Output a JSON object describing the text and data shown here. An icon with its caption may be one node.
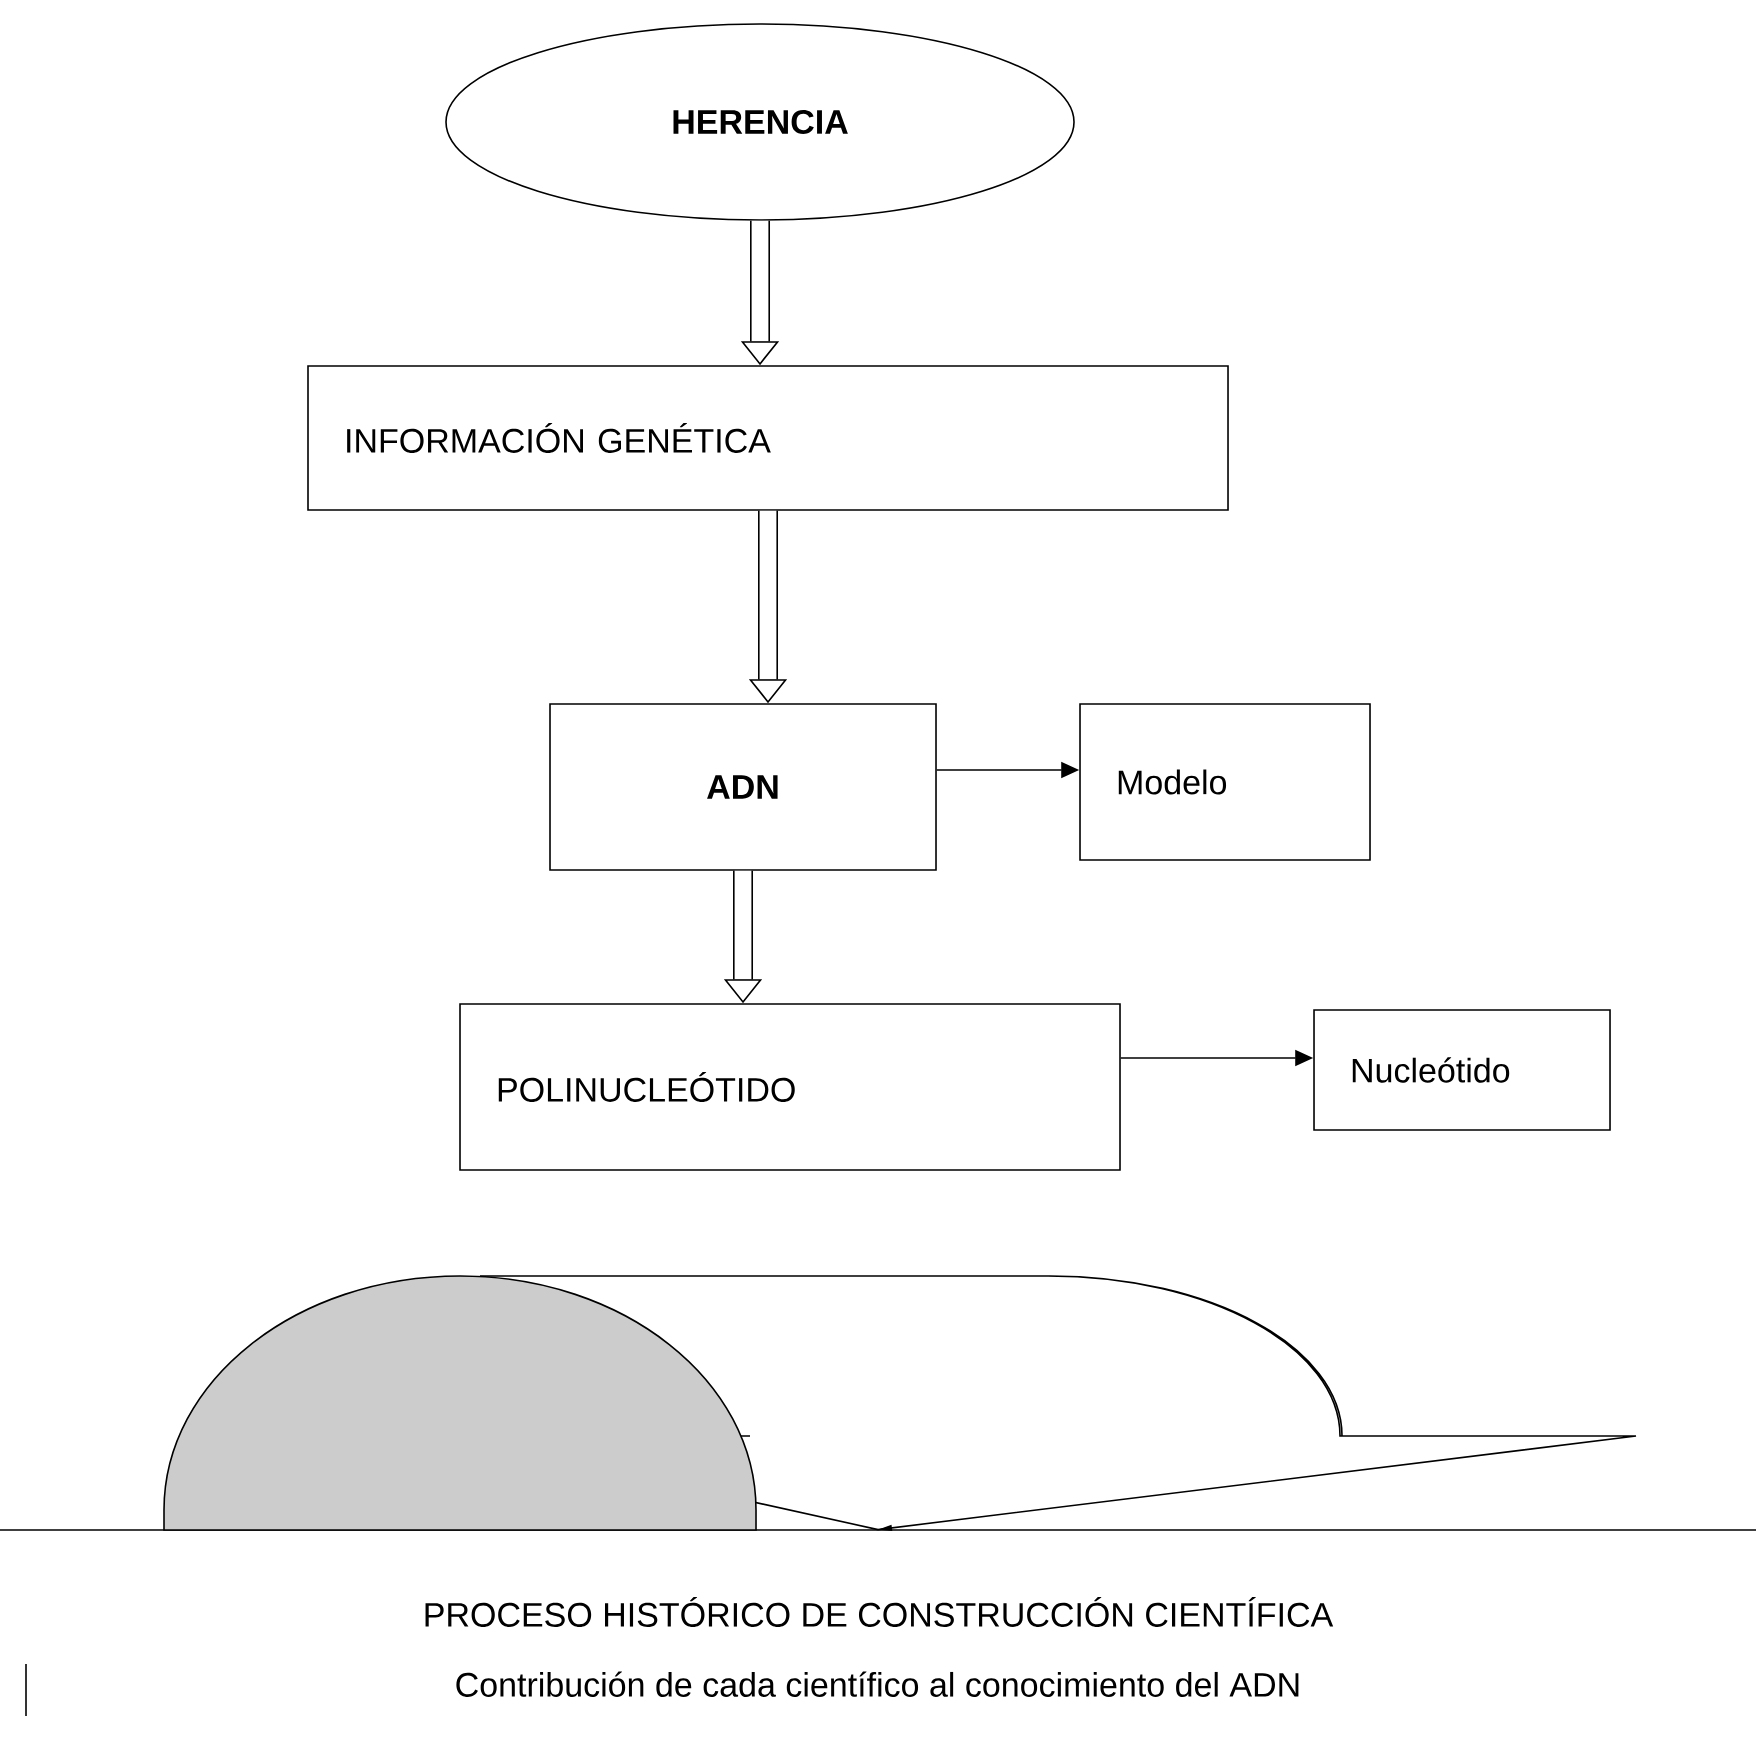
{
  "diagram": {
    "nodes": [
      {
        "text": [
          "**HERENCIA**"
        ]
      },
      {
        "text": [
          "INFORMACIÓN GENÉTICA"
        ]
      },
      {
        "text": [
          "**ADN**"
        ]
      },
      {
        "text": [
          "Modelo"
        ]
      },
      {
        "text": [
          "POLINUCLEÓTIDO"
        ]
      },
      {
        "text": [
          "Nucleótido"
        ]
      },
      {
        "text": [],
        "shape": "circle"
      },
      {
        "text": [
          "PROCESO HISTÓRICO DE CONSTRUCCIÓN CIENTÍFICA",
          "Contribución de cada científico al conocimiento del ADN"
        ]
      }
    ],
    "edges": [
      {
        "from": 0,
        "to": 1,
        "arrow": "to",
        "style": "thick"
      },
      {
        "from": 1,
        "to": 2,
        "arrow": "to",
        "style": "thick"
      },
      {
        "from": 2,
        "to": 3,
        "arrow": "to"
      },
      {
        "from": 2,
        "to": 4,
        "arrow": "to",
        "style": "thick"
      },
      {
        "from": 4,
        "to": 5,
        "arrow": "to"
      },
      {
        "from": 6,
        "to": 7,
        "arrow": "to"
      }
    ]
  }
}
